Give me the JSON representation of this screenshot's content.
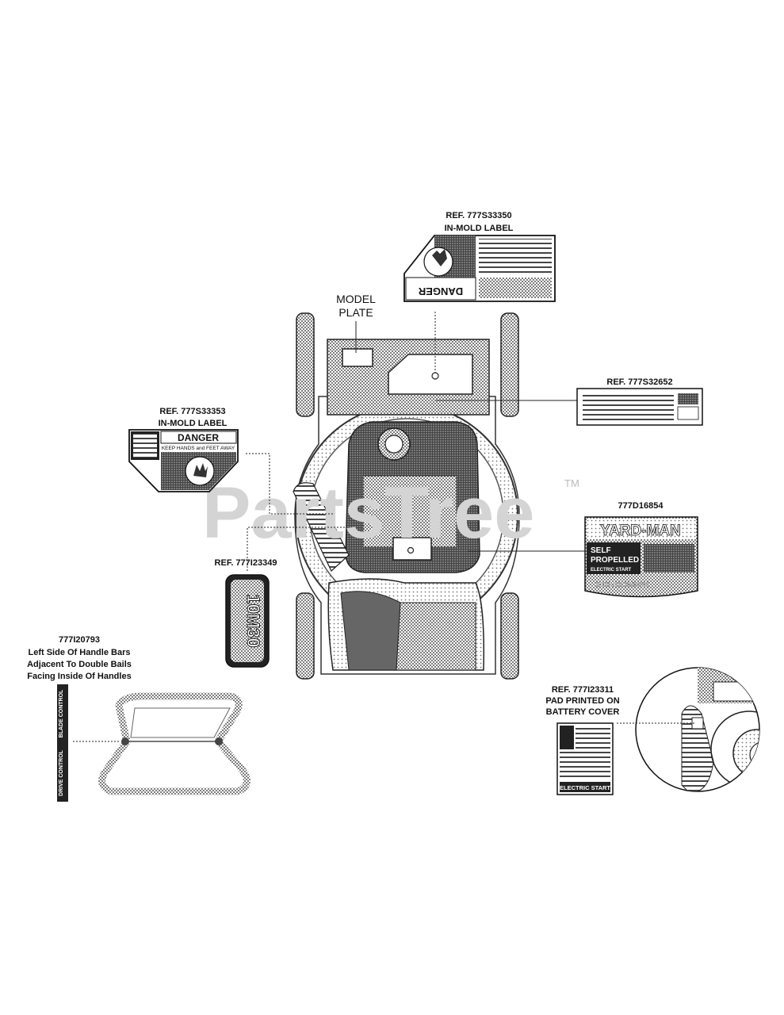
{
  "watermark": {
    "text": "PartsTree",
    "tm": "TM"
  },
  "callouts": {
    "top_label": {
      "ref": "REF. 777S33350",
      "desc": "IN-MOLD LABEL"
    },
    "model_plate": {
      "line1": "MODEL",
      "line2": "PLATE"
    },
    "right_label": {
      "ref": "REF. 777S32652"
    },
    "left_danger": {
      "ref": "REF. 777S33353",
      "desc": "IN-MOLD LABEL",
      "heading": "DANGER",
      "subtext": "KEEP HANDS and FEET AWAY"
    },
    "top_danger": {
      "heading": "DANGER"
    },
    "brand_label": {
      "ref": "777D16854",
      "brand": "YARD-MAN",
      "line1": "SELF",
      "line2": "PROPELLED",
      "line3": "ELECTRIC START",
      "bottom": "KOHLER ENGINE"
    },
    "model_badge": {
      "ref": "REF. 777I23349",
      "text": "10M30"
    },
    "handle_decal": {
      "ref": "777I20793",
      "line1": "Left Side Of Handle Bars",
      "line2": "Adjacent To Double Bails",
      "line3": "Facing Inside Of Handles",
      "upper": "BLADE CONTROL",
      "lower": "DRIVE CONTROL"
    },
    "battery": {
      "ref": "REF. 777I23311",
      "line1": "PAD PRINTED ON",
      "line2": "BATTERY COVER",
      "footer": "ELECTRIC START"
    }
  },
  "colors": {
    "ink": "#111111",
    "shade": "#8a8a8a",
    "watermark": "#d4d4d4"
  }
}
